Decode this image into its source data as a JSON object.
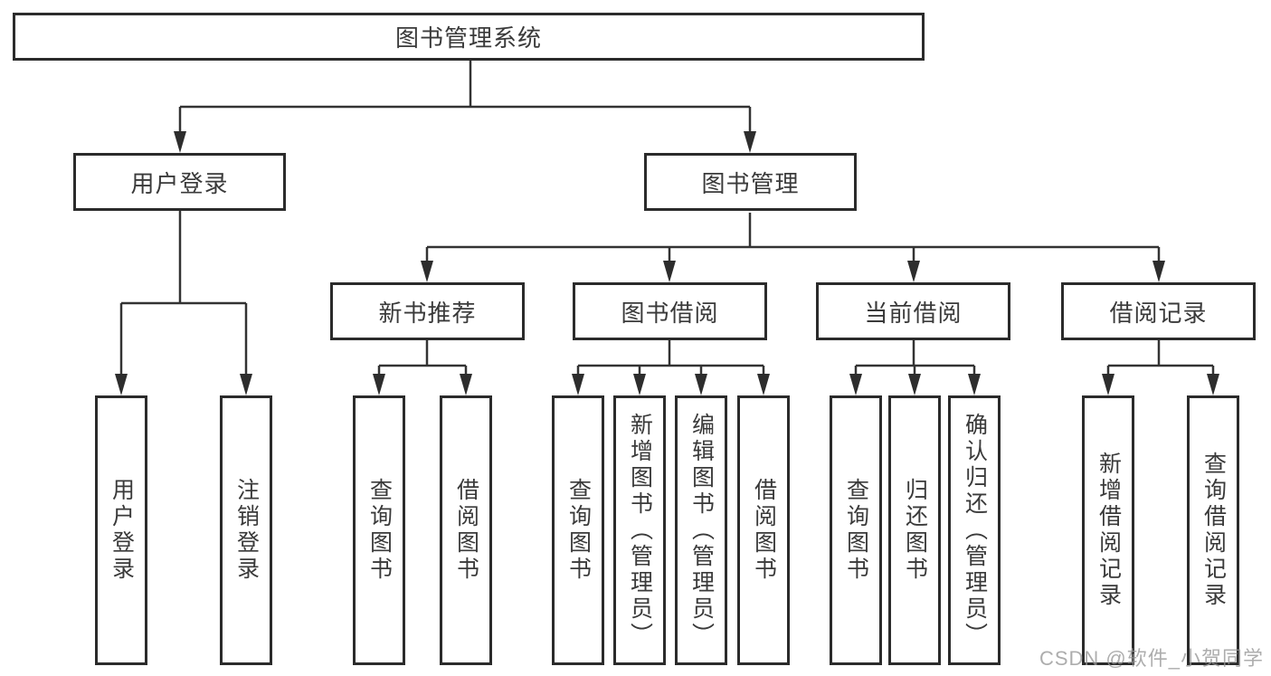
{
  "title": "图书管理系统",
  "watermark": "CSDN @软件_小贺同学",
  "colors": {
    "background": "#ffffff",
    "box_border": "#2b2b2b",
    "connector_line": "#333333",
    "text": "#3a3a3a",
    "watermark_text": "#969696"
  },
  "tree": {
    "label": "图书管理系统",
    "children": [
      {
        "label": "用户登录",
        "children": [
          {
            "label": "用户登录"
          },
          {
            "label": "注销登录"
          }
        ]
      },
      {
        "label": "图书管理",
        "children": [
          {
            "label": "新书推荐",
            "children": [
              {
                "label": "查询图书"
              },
              {
                "label": "借阅图书"
              }
            ]
          },
          {
            "label": "图书借阅",
            "children": [
              {
                "label": "查询图书"
              },
              {
                "label": "新增图书（管理员）"
              },
              {
                "label": "编辑图书（管理员）"
              },
              {
                "label": "借阅图书"
              }
            ]
          },
          {
            "label": "当前借阅",
            "children": [
              {
                "label": "查询图书"
              },
              {
                "label": "归还图书"
              },
              {
                "label": "确认归还（管理员）"
              }
            ]
          },
          {
            "label": "借阅记录",
            "children": [
              {
                "label": "新增借阅记录"
              },
              {
                "label": "查询借阅记录"
              }
            ]
          }
        ]
      }
    ]
  }
}
